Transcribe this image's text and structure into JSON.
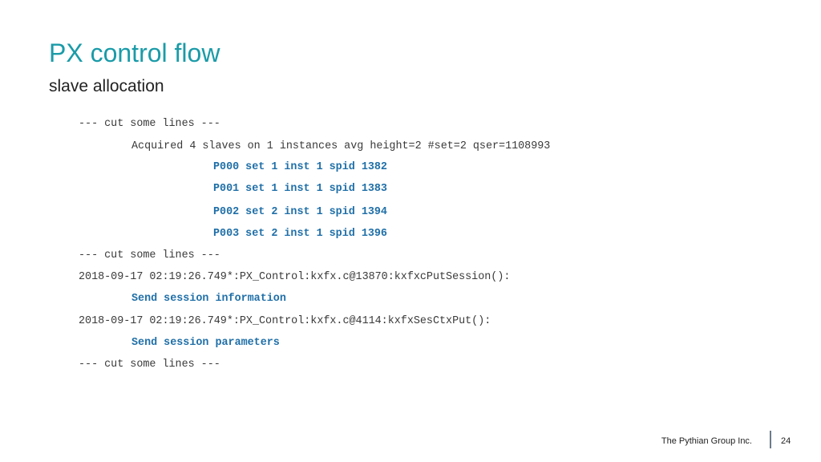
{
  "slide": {
    "title": "PX control flow",
    "subtitle": "slave allocation"
  },
  "code": {
    "lines": [
      {
        "text": "--- cut some lines ---",
        "highlight": false
      },
      {
        "text": "Acquired 4 slaves on 1 instances avg height=2 #set=2 qser=1108993",
        "highlight": false
      },
      {
        "text": "P000 set 1 inst 1 spid 1382",
        "highlight": true
      },
      {
        "text": "P001 set 1 inst 1 spid 1383",
        "highlight": true
      },
      {
        "text": "P002 set 2 inst 1 spid 1394",
        "highlight": true
      },
      {
        "text": "P003 set 2 inst 1 spid 1396",
        "highlight": true
      },
      {
        "text": "--- cut some lines ---",
        "highlight": false
      },
      {
        "text": "2018-09-17 02:19:26.749*:PX_Control:kxfx.c@13870:kxfxcPutSession():",
        "highlight": false
      },
      {
        "text": "Send session information",
        "highlight": true
      },
      {
        "text": "2018-09-17 02:19:26.749*:PX_Control:kxfx.c@4114:kxfxSesCtxPut():",
        "highlight": false
      },
      {
        "text": "Send session parameters",
        "highlight": true
      },
      {
        "text": "--- cut some lines ---",
        "highlight": false
      }
    ]
  },
  "footer": {
    "company": "The Pythian Group Inc.",
    "page_number": "24"
  },
  "colors": {
    "title": "#1a9ba8",
    "code_text": "#3a3a3a",
    "code_highlight": "#1f6fa8"
  }
}
